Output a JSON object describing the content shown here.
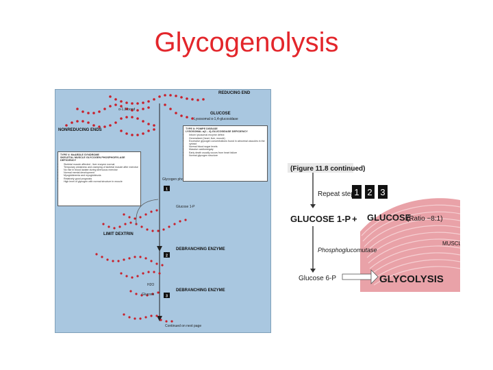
{
  "slide": {
    "title": "Glycogenolysis"
  },
  "left_figure": {
    "reducing_end": "REDUCING END",
    "alpha16_bond": "α-1,6-bond",
    "nonreducing_ends": "NONREDUCING ENDS",
    "glucose": "GLUCOSE",
    "lysosomal": "Lysosomal α-1,4-glucosidase",
    "pompe_box": {
      "title": "TYPE II: POMPE DISEASE",
      "line2": "LYSOSOMAL α(1→4)-GLUCOSIDASE DEFICIENCY",
      "items": [
        "Inborn lysosomal enzyme defect",
        "Generalized (heart, liver, muscle)",
        "Excessive glycogen concentrations found in abnormal vacuoles in the cytosol",
        "Normal blood sugar levels",
        "Massive cardiomegaly",
        "Early death usually occurs from heart failure",
        "Normal glycogen structure"
      ]
    },
    "mcardle_box": {
      "title": "TYPE V: McARDLE SYNDROME",
      "line2": "SKELETAL MUSCLE GLYCOGEN PHOSPHORYLASE DEFICIENCY",
      "items": [
        "Skeletal muscle affected - liver enzyme normal",
        "Temporary weakness and cramping of skeletal muscle after exercise",
        "No rise in blood lactate during strenuous exercise",
        "Normal mental development",
        "Myoglobinemia and myoglobinuria",
        "Relatively good prognosis",
        "High level of glycogen with normal structure in muscle"
      ]
    },
    "glycogen_phosphorylase": "Glycogen phosphorylase",
    "glucose_1p": "Glucose 1-P",
    "limit_dextrin": "LIMIT DEXTRIN",
    "debranching": "DEBRANCHING ENZYME",
    "h2o": "H2O",
    "glucose_small": "Glucose",
    "continued": "Continued on next page",
    "steps": [
      "1",
      "2",
      "3"
    ]
  },
  "right_figure": {
    "caption": "(Figure 11.8 continued)",
    "repeat_steps": "Repeat steps",
    "steps": [
      "1",
      "2",
      "3"
    ],
    "glucose_1p": "GLUCOSE 1-P",
    "plus": "+",
    "glucose": "GLUCOSE",
    "ratio": "(Ratio ~8:1)",
    "muscle": "MUSCLE",
    "phosphoglucomutase": "Phosphoglucomutase",
    "glucose_6p": "Glucose 6-P",
    "glycolysis": "GLYCOLYSIS"
  },
  "colors": {
    "title": "#e3262b",
    "chain_bead": "#c8202b",
    "panel_bg": "#a9c7e0",
    "muscle": "#e9a2a8"
  }
}
